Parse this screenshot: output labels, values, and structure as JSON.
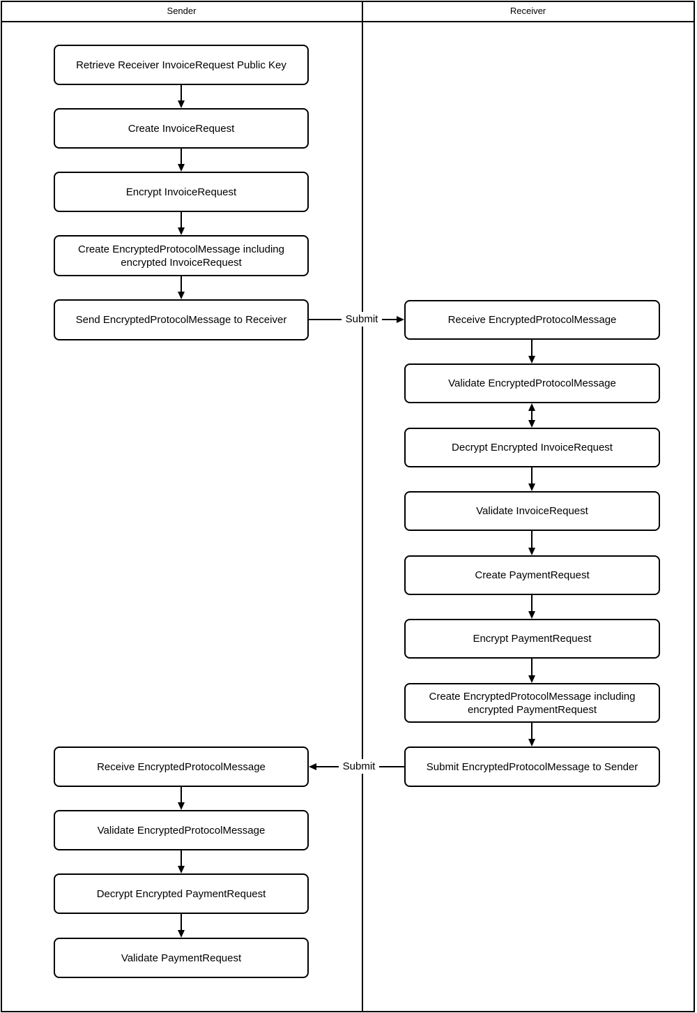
{
  "lanes": [
    {
      "title": "Sender"
    },
    {
      "title": "Receiver"
    }
  ],
  "sender_nodes": [
    "Retrieve Receiver InvoiceRequest Public Key",
    "Create InvoiceRequest",
    "Encrypt InvoiceRequest",
    "Create EncryptedProtocolMessage including encrypted InvoiceRequest",
    "Send EncryptedProtocolMessage to Receiver",
    "Receive EncryptedProtocolMessage",
    "Validate EncryptedProtocolMessage",
    "Decrypt Encrypted PaymentRequest",
    "Validate PaymentRequest"
  ],
  "receiver_nodes": [
    "Receive EncryptedProtocolMessage",
    "Validate EncryptedProtocolMessage",
    "Decrypt Encrypted InvoiceRequest",
    "Validate InvoiceRequest",
    "Create PaymentRequest",
    "Encrypt PaymentRequest",
    "Create EncryptedProtocolMessage including encrypted PaymentRequest",
    "Submit EncryptedProtocolMessage to Sender"
  ],
  "cross_lane_edges": [
    {
      "from": "Send EncryptedProtocolMessage to Receiver",
      "to": "Receive EncryptedProtocolMessage",
      "label": "Submit",
      "direction": "sender-to-receiver"
    },
    {
      "from": "Submit EncryptedProtocolMessage to Sender",
      "to": "Receive EncryptedProtocolMessage",
      "label": "Submit",
      "direction": "receiver-to-sender"
    }
  ],
  "colors": {
    "line": "#000000",
    "background": "#ffffff",
    "text": "#000000"
  }
}
